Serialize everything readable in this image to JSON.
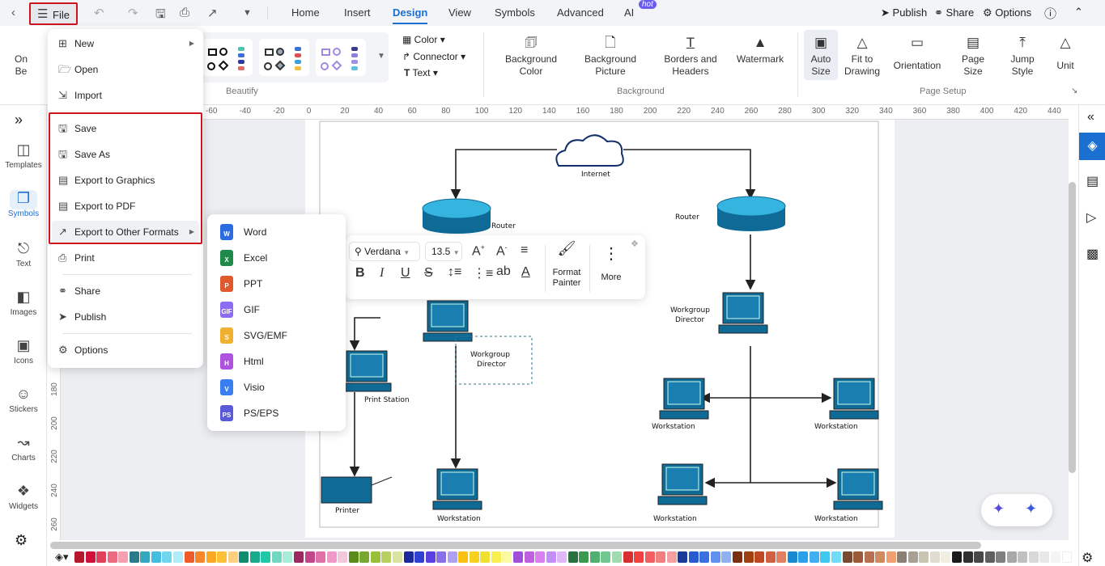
{
  "topbar": {
    "file_label": "File",
    "tabs": [
      "Home",
      "Insert",
      "Design",
      "View",
      "Symbols",
      "Advanced",
      "AI"
    ],
    "active_tab": "Design",
    "hot_badge": "hot",
    "publish": "Publish",
    "share": "Share",
    "options": "Options"
  },
  "ribbon": {
    "beautify_partial": [
      "On",
      "Be"
    ],
    "beautify_group": "Beautify",
    "color": "Color",
    "connector": "Connector",
    "text": "Text",
    "background_items": [
      [
        "Background",
        "Color"
      ],
      [
        "Background",
        "Picture"
      ],
      [
        "Borders and",
        "Headers"
      ],
      [
        "Watermark",
        ""
      ]
    ],
    "background_group": "Background",
    "page_setup_items": [
      [
        "Auto",
        "Size"
      ],
      [
        "Fit to",
        "Drawing"
      ],
      [
        "Orientation",
        ""
      ],
      [
        "Page",
        "Size"
      ],
      [
        "Jump",
        "Style"
      ],
      [
        "Unit",
        ""
      ]
    ],
    "page_setup_group": "Page Setup"
  },
  "left_sidebar": [
    "Templates",
    "Symbols",
    "Text",
    "Images",
    "Icons",
    "Stickers",
    "Charts",
    "Widgets"
  ],
  "ruler_top": [
    "-60",
    "-40",
    "-20",
    "0",
    "20",
    "40",
    "60",
    "80",
    "100",
    "120",
    "140",
    "160",
    "180",
    "200",
    "220",
    "240",
    "260",
    "280",
    "300",
    "320",
    "340",
    "360",
    "380",
    "400",
    "420",
    "440"
  ],
  "ruler_left": [
    "180",
    "200",
    "220",
    "240",
    "260"
  ],
  "file_menu": {
    "items": [
      "New",
      "Open",
      "Import",
      "Save",
      "Save As",
      "Export to Graphics",
      "Export to PDF",
      "Export to Other Formats",
      "Print",
      "Share",
      "Publish",
      "Options"
    ]
  },
  "export_submenu": [
    {
      "label": "Word",
      "letter": "W",
      "color": "#2b6de0"
    },
    {
      "label": "Excel",
      "letter": "X",
      "color": "#1d8a4a"
    },
    {
      "label": "PPT",
      "letter": "P",
      "color": "#e0582b"
    },
    {
      "label": "GIF",
      "letter": "GIF",
      "color": "#8c6cf0"
    },
    {
      "label": "SVG/EMF",
      "letter": "S",
      "color": "#f0b030"
    },
    {
      "label": "Html",
      "letter": "H",
      "color": "#b052e0"
    },
    {
      "label": "Visio",
      "letter": "V",
      "color": "#3a7ff0"
    },
    {
      "label": "PS/EPS",
      "letter": "PS",
      "color": "#5a5ad8"
    }
  ],
  "format_toolbar": {
    "font": "Verdana",
    "size": "13.5",
    "format_painter": [
      "Format",
      "Painter"
    ],
    "more": "More"
  },
  "diagram": {
    "internet": "Internet",
    "router_left": "Router",
    "router_right": "Router",
    "wd_left": [
      "Workgroup",
      "Director"
    ],
    "wd_right": [
      "Workgroup",
      "Director"
    ],
    "print_station": "Print Station",
    "printer": "Printer",
    "workstation": "Workstation"
  },
  "palette": [
    "#b5172b",
    "#d0103a",
    "#e0405a",
    "#ec6a80",
    "#f4a0b0",
    "#2a7a8c",
    "#35a8c0",
    "#45bde0",
    "#6fd6ee",
    "#b0ecf8",
    "#f05a28",
    "#f7862a",
    "#fba825",
    "#fdc038",
    "#fdd080",
    "#128a70",
    "#18aa8a",
    "#20c8a8",
    "#70d8c0",
    "#a8ecd8",
    "#9a2a60",
    "#c04888",
    "#e070a8",
    "#f098c8",
    "#f4c8dc",
    "#5a8a1a",
    "#78a830",
    "#98c038",
    "#b8d060",
    "#d8e4a0",
    "#1a2a9a",
    "#3040d0",
    "#5a40e0",
    "#8a70e8",
    "#b0a0f0",
    "#f8c010",
    "#f8d020",
    "#f0e030",
    "#f8f050",
    "#fcfaa0",
    "#a050d8",
    "#c060e0",
    "#d880f0",
    "#c090f8",
    "#e0b8f8",
    "#2a7040",
    "#3a9a50",
    "#50b070",
    "#70c890",
    "#a0dcb0",
    "#d83030",
    "#f04040",
    "#f06060",
    "#f08080",
    "#f4a0a0",
    "#1a3a9a",
    "#2a5ad0",
    "#3a70e0",
    "#6090f0",
    "#90b0f0",
    "#7a3010",
    "#a04010",
    "#c04820",
    "#d06040",
    "#e08060",
    "#1a8ad0",
    "#2aa0e8",
    "#40b0f0",
    "#40c8f0",
    "#70dcf8",
    "#7a4a30",
    "#9a5a3a",
    "#b87050",
    "#d08a60",
    "#f0a070",
    "#8a8078",
    "#a8a090",
    "#c8c4b0",
    "#e0dcd0",
    "#f0eee0",
    "#1a1a1a",
    "#303030",
    "#484848",
    "#606060",
    "#808080",
    "#a8a8a8",
    "#c0c0c0",
    "#d8d8d8",
    "#e8e8e8",
    "#f4f4f4",
    "#ffffff"
  ],
  "colors": {
    "accent": "#1a6fd0",
    "highlight": "#d0141e",
    "device": "#0f6a96"
  }
}
